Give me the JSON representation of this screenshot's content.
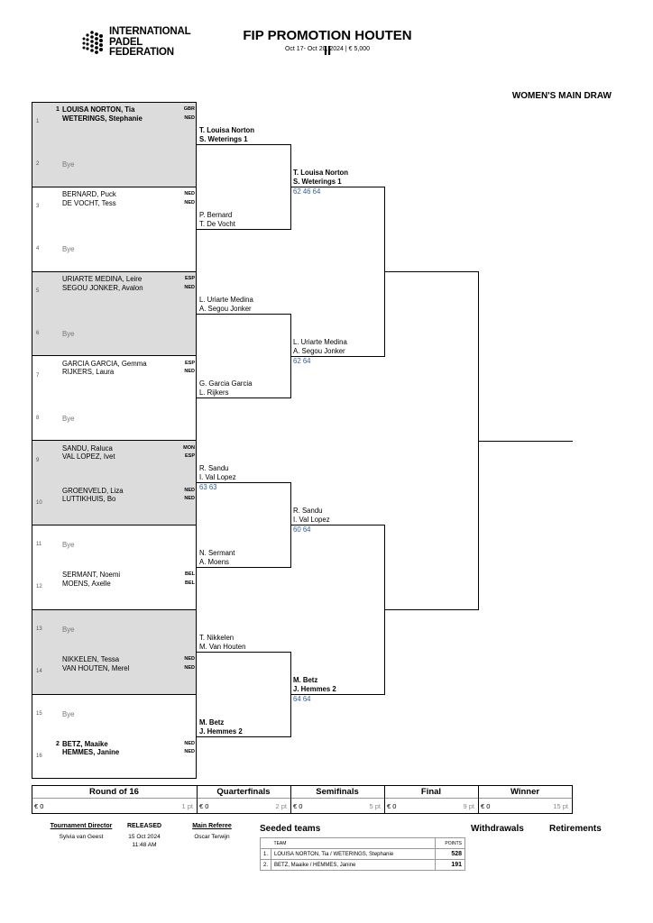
{
  "logo": {
    "lines": [
      "INTERNATIONAL",
      "PADEL",
      "FEDERATION"
    ]
  },
  "header": {
    "title": "FIP PROMOTION HOUTEN II",
    "subtitle": "Oct 17- Oct 20, 2024  |  € 5,000",
    "draw_label": "WOMEN'S MAIN DRAW"
  },
  "slots": [
    {
      "pos": "1",
      "seed": "1",
      "players": [
        "LOUISA NORTON, Tia",
        "WETERINGS, Stephanie"
      ],
      "nats": [
        "GBR",
        "NED"
      ],
      "bold": true
    },
    {
      "pos": "2",
      "bye": "Bye"
    },
    {
      "pos": "3",
      "players": [
        "BERNARD, Puck",
        "DE VOCHT, Tess"
      ],
      "nats": [
        "NED",
        "NED"
      ]
    },
    {
      "pos": "4",
      "bye": "Bye"
    },
    {
      "pos": "5",
      "players": [
        "URIARTE MEDINA, Leire",
        "SEGOU JONKER, Avalon"
      ],
      "nats": [
        "ESP",
        "NED"
      ]
    },
    {
      "pos": "6",
      "bye": "Bye"
    },
    {
      "pos": "7",
      "players": [
        "GARCIA GARCIA, Gemma",
        "RIJKERS, Laura"
      ],
      "nats": [
        "ESP",
        "NED"
      ]
    },
    {
      "pos": "8",
      "bye": "Bye"
    },
    {
      "pos": "9",
      "players": [
        "SANDU, Raluca",
        "VAL LOPEZ, Ivet"
      ],
      "nats": [
        "MON",
        "ESP"
      ]
    },
    {
      "pos": "10",
      "players": [
        "GROENVELD, Liza",
        "LUTTIKHUIS, Bo"
      ],
      "nats": [
        "NED",
        "NED"
      ]
    },
    {
      "pos": "11",
      "bye": "Bye"
    },
    {
      "pos": "12",
      "players": [
        "SERMANT, Noemi",
        "MOENS, Axelle"
      ],
      "nats": [
        "BEL",
        "BEL"
      ]
    },
    {
      "pos": "13",
      "bye": "Bye"
    },
    {
      "pos": "14",
      "players": [
        "NIKKELEN, Tessa",
        "VAN HOUTEN, Merel"
      ],
      "nats": [
        "NED",
        "NED"
      ]
    },
    {
      "pos": "15",
      "bye": "Bye"
    },
    {
      "pos": "16",
      "seed": "2",
      "players": [
        "BETZ, Maaike",
        "HEMMES, Janine"
      ],
      "nats": [
        "NED",
        "NED"
      ],
      "bold": true
    }
  ],
  "r16": [
    {
      "names": [
        "T. Louisa Norton",
        "S. Weterings  1"
      ],
      "bold": true
    },
    {
      "names": [
        "P. Bernard",
        "T. De Vocht"
      ]
    },
    {
      "names": [
        "L. Uriarte Medina",
        "A. Segou Jonker"
      ]
    },
    {
      "names": [
        "G. Garcia Garcia",
        "L. Rijkers"
      ]
    },
    {
      "names": [
        "R. Sandu",
        "I. Val Lopez"
      ],
      "score": "63 63"
    },
    {
      "names": [
        "N. Sermant",
        "A. Moens"
      ]
    },
    {
      "names": [
        "T. Nikkelen",
        "M. Van Houten"
      ]
    },
    {
      "names": [
        "M. Betz",
        "J. Hemmes  2"
      ],
      "bold": true
    }
  ],
  "qf": [
    {
      "names": [
        "T. Louisa Norton",
        "S. Weterings  1"
      ],
      "bold": true,
      "score": "62 46 64"
    },
    {
      "names": [
        "L. Uriarte Medina",
        "A. Segou Jonker"
      ],
      "score": "62 64"
    },
    {
      "names": [
        "R. Sandu",
        "I. Val Lopez"
      ],
      "score": "60 64"
    },
    {
      "names": [
        "M. Betz",
        "J. Hemmes  2"
      ],
      "bold": true,
      "score": "64 64"
    }
  ],
  "rounds": [
    {
      "title": "Round of 16",
      "money": "€ 0",
      "pts": "1 pt"
    },
    {
      "title": "Quarterfinals",
      "money": "€ 0",
      "pts": "2 pt"
    },
    {
      "title": "Semifinals",
      "money": "€ 0",
      "pts": "5 pt"
    },
    {
      "title": "Final",
      "money": "€ 0",
      "pts": "9 pt"
    },
    {
      "title": "Winner",
      "money": "€ 0",
      "pts": "15 pt"
    }
  ],
  "footer": {
    "director_label": "Tournament Director",
    "director": "Sylvia van Geest",
    "released_label": "RELEASED",
    "released_date": "15 Oct 2024",
    "released_time": "11:48 AM",
    "referee_label": "Main Referee",
    "referee": "Oscar Terwijn",
    "seeded_label": "Seeded teams",
    "team_col": "TEAM",
    "points_col": "POINTS",
    "seeded": [
      {
        "num": "1.",
        "team": "LOUISA NORTON, Tia / WETERINGS, Stephanie",
        "points": "528"
      },
      {
        "num": "2.",
        "team": "BETZ, Maaike / HEMMES, Janine",
        "points": "191"
      }
    ],
    "withdrawals_label": "Withdrawals",
    "retirements_label": "Retirements"
  }
}
